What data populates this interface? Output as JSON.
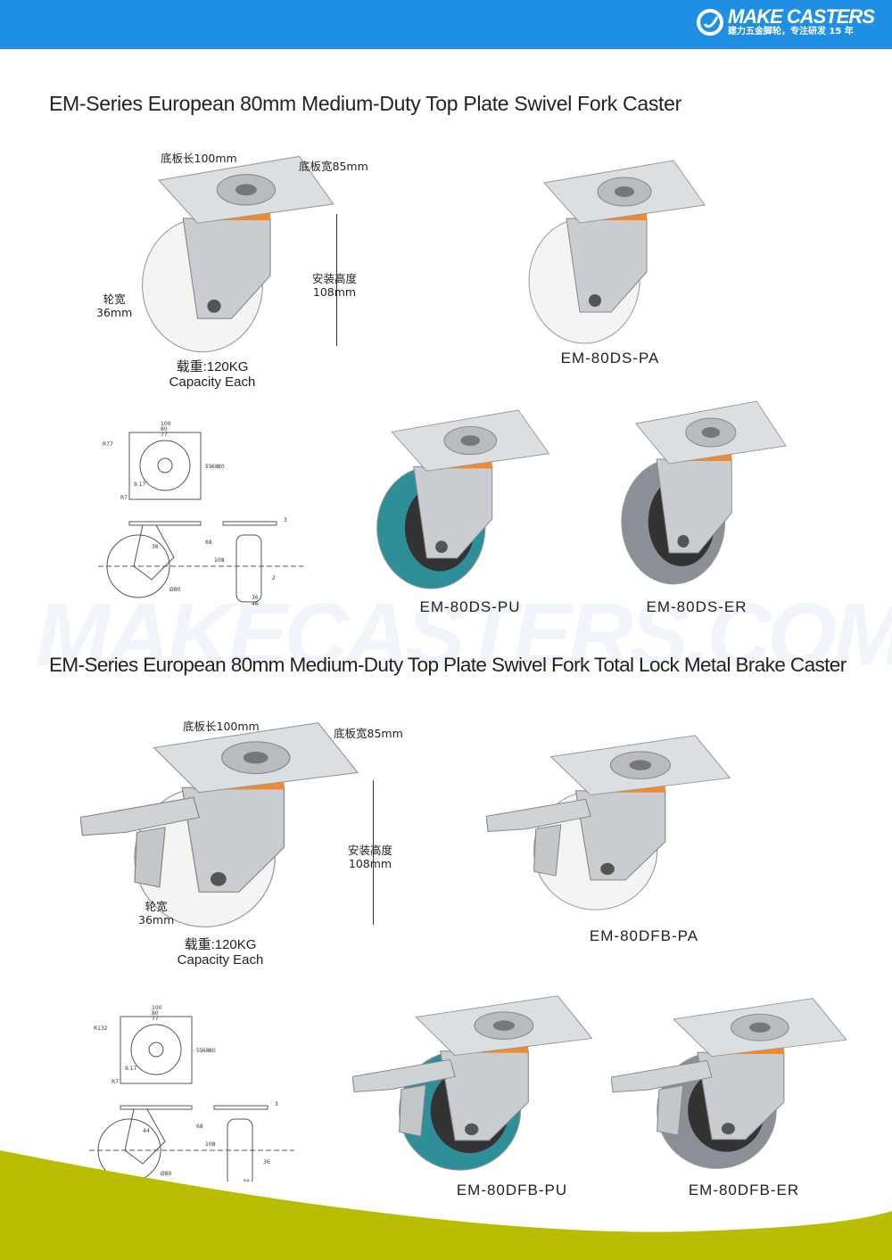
{
  "header": {
    "brand": "MAKE CASTERS",
    "slogan": "建力五金脚轮，专注研发 15 年",
    "color": "#1f8fe3"
  },
  "watermark": "MAKECASTERS.COM",
  "sections": [
    {
      "title": "EM-Series European 80mm Medium-Duty Top Plate Swivel Fork Caster",
      "annotations": {
        "plate_length": "底板长100mm",
        "plate_width": "底板宽85mm",
        "height_cn": "安装高度",
        "height_val": "108mm",
        "wheel_width_cn": "轮宽",
        "wheel_width_val": "36mm",
        "load_cn": "载重:120KG",
        "load_en": "Capacity Each"
      },
      "drawing_dims": [
        "100",
        "80",
        "77",
        "R77",
        "55",
        "68",
        "80",
        "9.17",
        "R7",
        "36",
        "68",
        "108",
        "Ø80",
        "3",
        "2",
        "36",
        "46"
      ],
      "products": [
        {
          "model": "EM-80DS-PA",
          "wheel": "#f4f4f2"
        },
        {
          "model": "EM-80DS-PU",
          "wheel": "#2e8e9a"
        },
        {
          "model": "EM-80DS-ER",
          "wheel": "#8a9096"
        }
      ]
    },
    {
      "title": "EM-Series European 80mm Medium-Duty Top Plate Swivel Fork Total Lock Metal Brake Caster",
      "annotations": {
        "plate_length": "底板长100mm",
        "plate_width": "底板宽85mm",
        "height_cn": "安装高度",
        "height_val": "108mm",
        "wheel_width_cn": "轮宽",
        "wheel_width_val": "36mm",
        "load_cn": "载重:120KG",
        "load_en": "Capacity Each"
      },
      "drawing_dims": [
        "100",
        "80",
        "77",
        "R132",
        "55",
        "68",
        "80",
        "9.17",
        "R7",
        "44",
        "68",
        "108",
        "Ø80",
        "3",
        "36",
        "46"
      ],
      "products": [
        {
          "model": "EM-80DFB-PA",
          "wheel": "#f4f4f2"
        },
        {
          "model": "EM-80DFB-PU",
          "wheel": "#2e8e9a"
        },
        {
          "model": "EM-80DFB-ER",
          "wheel": "#8a9096"
        }
      ]
    }
  ],
  "colors": {
    "footer_wave": "#b8bd00",
    "bearing_orange": "#f08a2c",
    "steel": "#c9ccd0"
  }
}
